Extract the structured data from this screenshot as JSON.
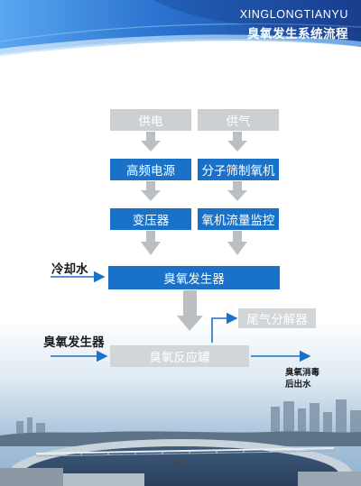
{
  "header": {
    "brand": "XINGLONGTIANYU",
    "section_title": "臭氧发生系统流程",
    "colors": {
      "primary": "#1f4ea1",
      "accent": "#3d8ee8"
    }
  },
  "diagram": {
    "nodes": {
      "power_supply": "供电",
      "gas_supply": "供气",
      "hf_power": "高频电源",
      "molecular_sieve": "分子筛制氧机",
      "transformer": "变压器",
      "oxygen_flow_monitor": "氧机流量监控",
      "ozone_generator": "臭氧发生器",
      "tail_gas_decomposer": "尾气分解器",
      "ozone_reactor": "臭氧反应罐"
    },
    "inputs": {
      "cooling_water": "冷却水",
      "ozone_generator_input": "臭氧发生器"
    },
    "output": {
      "line1": "臭氧消毒",
      "line2": "后出水"
    },
    "colors": {
      "gray_box": "#cdd0d3",
      "blue_box": "#1a72c8",
      "arrow_gray": "#b9bcbf",
      "arrow_blue": "#1a72c8"
    }
  },
  "footer": {
    "page_number": "20"
  }
}
